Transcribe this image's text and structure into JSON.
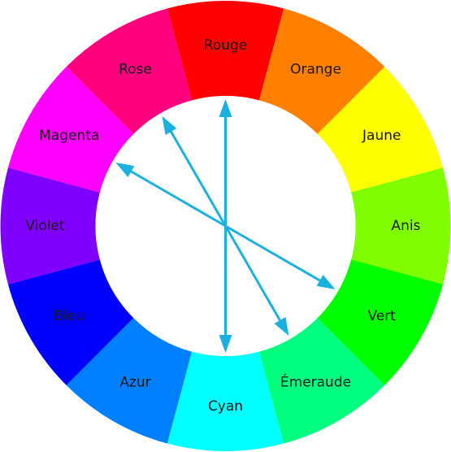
{
  "wheel": {
    "segments": [
      {
        "label": "Rouge",
        "color": "#FF0000"
      },
      {
        "label": "Orange",
        "color": "#FF7F00"
      },
      {
        "label": "Jaune",
        "color": "#FFFF00"
      },
      {
        "label": "Anis",
        "color": "#7FFF00"
      },
      {
        "label": "Vert",
        "color": "#00FF00"
      },
      {
        "label": "Émeraude",
        "color": "#00FF7F"
      },
      {
        "label": "Cyan",
        "color": "#00FFFF"
      },
      {
        "label": "Azur",
        "color": "#007FFF"
      },
      {
        "label": "Bleu",
        "color": "#0000FF"
      },
      {
        "label": "Violet",
        "color": "#7F00FF"
      },
      {
        "label": "Magenta",
        "color": "#FF00FF"
      },
      {
        "label": "Rose",
        "color": "#FF007F"
      }
    ],
    "center_color": "#FFFFFF",
    "arrow_color": "#1AB0DF",
    "arrows": [
      {
        "from": "Rouge",
        "to": "Cyan"
      },
      {
        "from": "Rose",
        "to": "Émeraude"
      },
      {
        "from": "Magenta",
        "to": "Vert"
      }
    ]
  }
}
